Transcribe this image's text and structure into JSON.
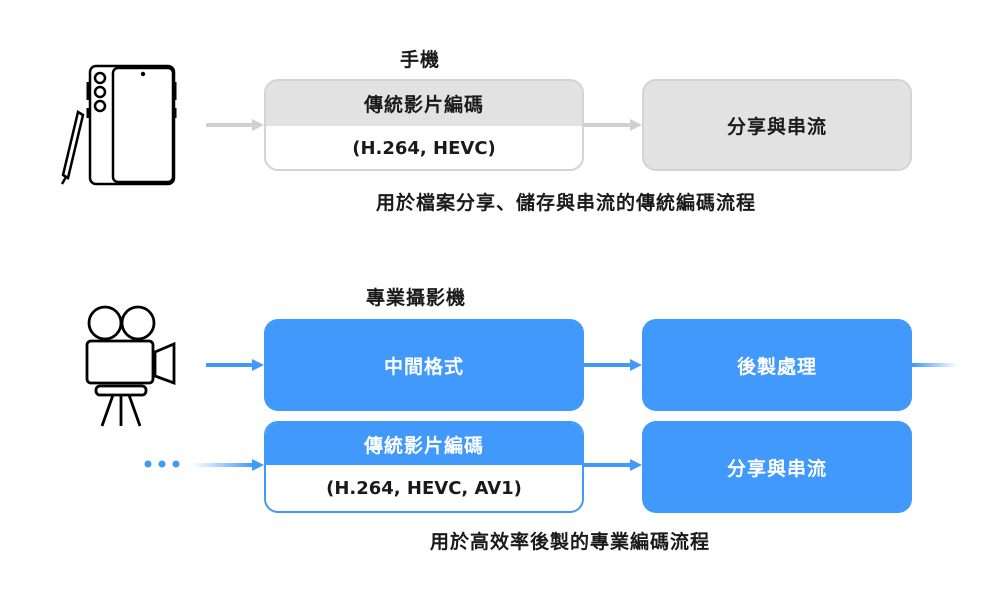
{
  "colors": {
    "gray_fill": "#e2e2e2",
    "gray_arrow": "#d0d0d0",
    "blue": "#4199fb",
    "text": "#1a1a1a",
    "white": "#ffffff"
  },
  "section_phone": {
    "icon": "smartphone-with-stylus-icon",
    "title": "手機",
    "encode_box": {
      "title": "傳統影片編碼",
      "codecs": "(H.264, HEVC)"
    },
    "output_box": {
      "label": "分享與串流"
    },
    "caption": "用於檔案分享、儲存與串流的傳統編碼流程"
  },
  "section_camera": {
    "icon": "movie-camera-on-tripod-icon",
    "title": "專業攝影機",
    "intermediate_box": {
      "label": "中間格式"
    },
    "post_box": {
      "label": "後製處理"
    },
    "encode_box": {
      "title": "傳統影片編碼",
      "codecs": "(H.264, HEVC, AV1)"
    },
    "output_box": {
      "label": "分享與串流"
    },
    "continuation_icon": "ellipsis-icon",
    "caption": "用於高效率後製的專業編碼流程"
  }
}
